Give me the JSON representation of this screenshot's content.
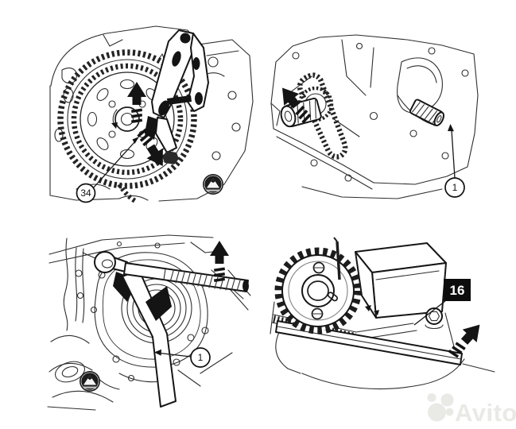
{
  "page": {
    "kind": "repair-manual-illustration-sheet",
    "background": "#ffffff"
  },
  "colors": {
    "line": "#2e2e2e",
    "solid_black": "#141414",
    "callout_box_bg": "#0d0d0d",
    "callout_box_text": "#ffffff",
    "watermark_gray": "#e9e9e6",
    "publisher_logo": "#1c1c1c"
  },
  "panels": [
    {
      "position": "top-left",
      "subject": "timing chain and sprocket with holding tool",
      "callouts": [
        {
          "label": "34",
          "shape": "circle",
          "leader": "thin-arrow"
        }
      ],
      "arrows": [
        {
          "direction": "up",
          "style": "striped"
        },
        {
          "direction": "down-right",
          "style": "striped"
        }
      ],
      "publisher_logo": true
    },
    {
      "position": "top-right",
      "subject": "engine block with drive chain, installer sleeve and dowel pin",
      "callouts": [
        {
          "label": "1",
          "shape": "circle",
          "leader": "thin-arrow"
        }
      ],
      "arrows": [
        {
          "direction": "up-left",
          "style": "striped"
        }
      ],
      "publisher_logo": false
    },
    {
      "position": "bottom-left",
      "subject": "levers prying crankshaft front seal",
      "callouts": [
        {
          "label": "1",
          "shape": "circle",
          "leader": "thin-arrow"
        }
      ],
      "arrows": [
        {
          "direction": "up",
          "style": "striped"
        }
      ],
      "publisher_logo": true
    },
    {
      "position": "bottom-right",
      "subject": "camshaft sprocket with locking bar tool",
      "callouts": [
        {
          "label": "16",
          "shape": "black-box",
          "leader": "line"
        }
      ],
      "arrows": [
        {
          "direction": "up-right",
          "style": "striped"
        }
      ],
      "publisher_logo": false
    }
  ],
  "watermark": {
    "brand": "Avito"
  }
}
